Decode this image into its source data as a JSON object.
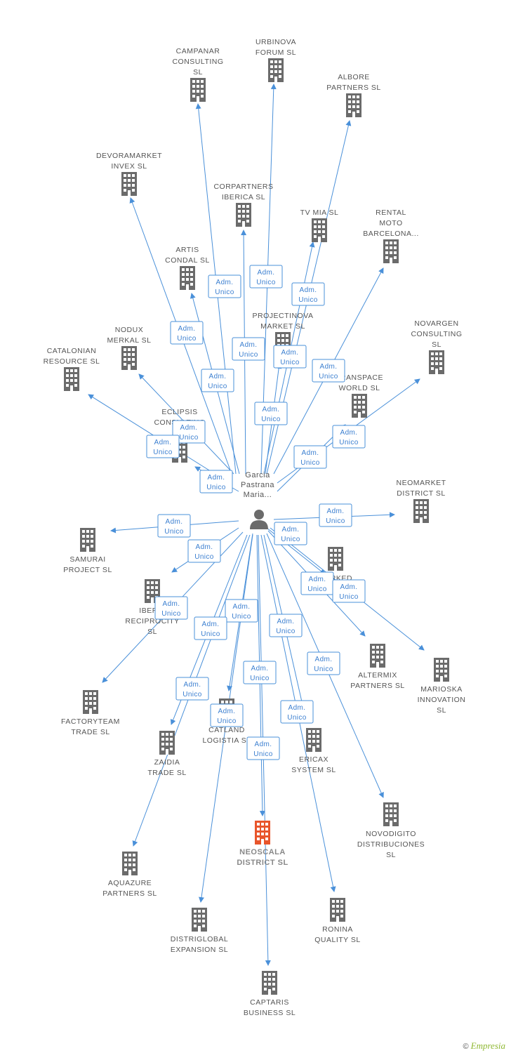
{
  "colors": {
    "edge": "#4a90d9",
    "badge": "#3b7fd0",
    "company": "#6b6b6b",
    "focus_company": "#e8552b",
    "person": "#6b6b6b"
  },
  "person": {
    "name_lines": [
      "Garcia",
      "Pastrana",
      "Maria..."
    ],
    "icon": "person-icon"
  },
  "relation_label": [
    "Adm.",
    "Unico"
  ],
  "companies": [
    {
      "id": "campanar",
      "lines": [
        "CAMPANAR",
        "CONSULTING",
        "SL"
      ]
    },
    {
      "id": "urbinova",
      "lines": [
        "URBINOVA",
        "FORUM SL"
      ]
    },
    {
      "id": "albore",
      "lines": [
        "ALBORE",
        "PARTNERS SL"
      ]
    },
    {
      "id": "devoramarket",
      "lines": [
        "DEVORAMARKET",
        "INVEX SL"
      ]
    },
    {
      "id": "corpartners",
      "lines": [
        "CORPARTNERS",
        "IBERICA SL"
      ]
    },
    {
      "id": "tvmia",
      "lines": [
        "TV MIA SL"
      ]
    },
    {
      "id": "rental",
      "lines": [
        "RENTAL",
        "MOTO",
        "BARCELONA..."
      ]
    },
    {
      "id": "artis",
      "lines": [
        "ARTIS",
        "CONDAL SL"
      ]
    },
    {
      "id": "projectinova",
      "lines": [
        "PROJECTINOVA",
        "MARKET SL"
      ]
    },
    {
      "id": "nodux",
      "lines": [
        "NODUX",
        "MERKAL SL"
      ]
    },
    {
      "id": "catalonian",
      "lines": [
        "CATALONIAN",
        "RESOURCE SL"
      ]
    },
    {
      "id": "novargen",
      "lines": [
        "NOVARGEN",
        "CONSULTING",
        "SL"
      ]
    },
    {
      "id": "transpace",
      "lines": [
        "TRANSPACE",
        "WORLD SL"
      ]
    },
    {
      "id": "eclipsis",
      "lines": [
        "ECLIPSIS",
        "CONSULTING",
        "SL"
      ]
    },
    {
      "id": "neomarket",
      "lines": [
        "NEOMARKET",
        "DISTRICT SL"
      ]
    },
    {
      "id": "samurai",
      "lines": [
        "SAMURAI",
        "PROJECT SL"
      ]
    },
    {
      "id": "marked",
      "lines": [
        "MARKED",
        "SL"
      ]
    },
    {
      "id": "iberia",
      "lines": [
        "IBERIA",
        "RECIPROCITY",
        "SL"
      ]
    },
    {
      "id": "altermix",
      "lines": [
        "ALTERMIX",
        "PARTNERS SL"
      ]
    },
    {
      "id": "marioska",
      "lines": [
        "MARIOSKA",
        "INNOVATION",
        "SL"
      ]
    },
    {
      "id": "factoryteam",
      "lines": [
        "FACTORYTEAM",
        "TRADE SL"
      ]
    },
    {
      "id": "catland",
      "lines": [
        "CATLAND",
        "LOGISTIA SL"
      ]
    },
    {
      "id": "zaidia",
      "lines": [
        "ZAIDIA",
        "TRADE SL"
      ]
    },
    {
      "id": "ericax",
      "lines": [
        "ERICAX",
        "SYSTEM SL"
      ]
    },
    {
      "id": "neoscala",
      "lines": [
        "NEOSCALA",
        "DISTRICT SL"
      ],
      "focus": true
    },
    {
      "id": "novodigito",
      "lines": [
        "NOVODIGITO",
        "DISTRIBUCIONES",
        "SL"
      ]
    },
    {
      "id": "aquazure",
      "lines": [
        "AQUAZURE",
        "PARTNERS SL"
      ]
    },
    {
      "id": "ronina",
      "lines": [
        "RONINA",
        "QUALITY SL"
      ]
    },
    {
      "id": "distriglobal",
      "lines": [
        "DISTRIGLOBAL",
        "EXPANSION SL"
      ]
    },
    {
      "id": "captaris",
      "lines": [
        "CAPTARIS",
        "BUSINESS SL"
      ]
    }
  ],
  "footer": {
    "copyright": "©",
    "brand": "Empresia"
  }
}
